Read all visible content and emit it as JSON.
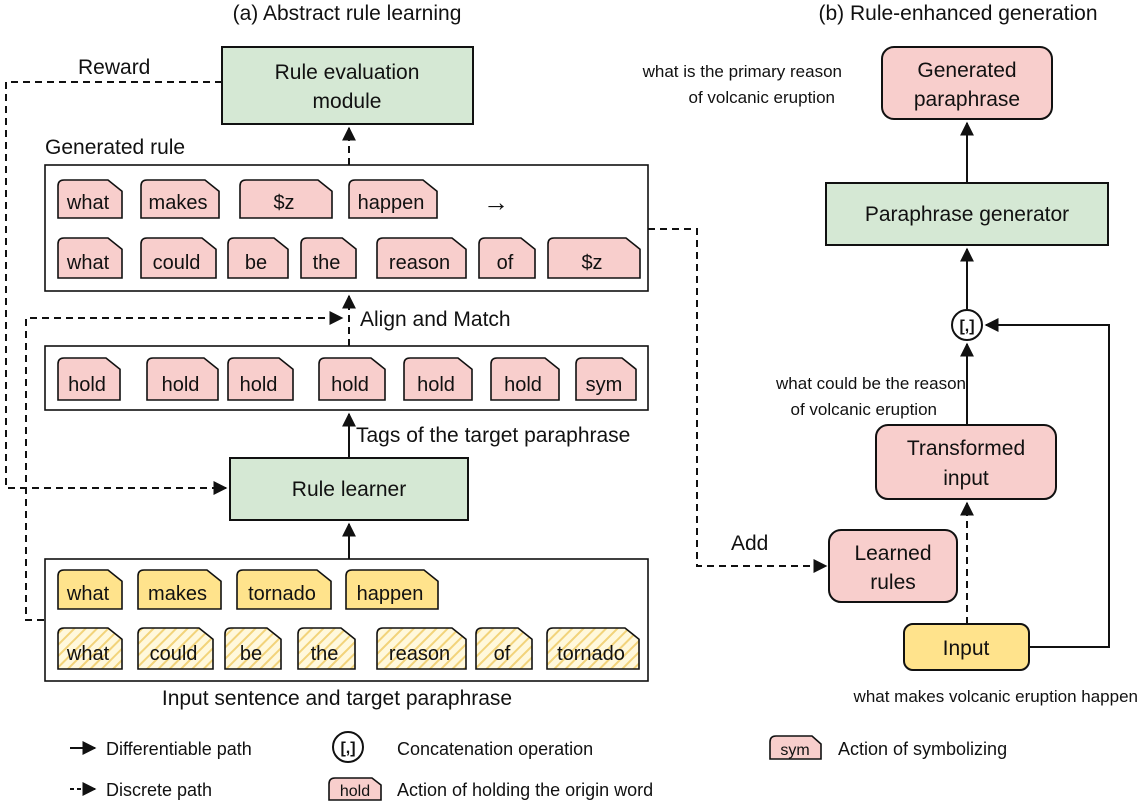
{
  "titles": {
    "left": "(a) Abstract rule learning",
    "right": "(b) Rule-enhanced generation"
  },
  "modules": {
    "rule_eval": [
      "Rule evaluation",
      "module"
    ],
    "rule_learner": "Rule learner",
    "paraphrase_generator": "Paraphrase generator",
    "generated_paraphrase": [
      "Generated",
      "paraphrase"
    ],
    "transformed_input": [
      "Transformed",
      "input"
    ],
    "learned_rules": [
      "Learned",
      "rules"
    ],
    "input": "Input",
    "concat_symbol": "[,]"
  },
  "labels": {
    "reward": "Reward",
    "generated_rule": "Generated rule",
    "align_match": "Align and Match",
    "tags_target": "Tags of the target paraphrase",
    "input_sentence": "Input sentence and target paraphrase",
    "add": "Add",
    "arrow_symbol": "→"
  },
  "generated_rule": {
    "row1": [
      "what",
      "makes",
      "$z",
      "happen"
    ],
    "row2": [
      "what",
      "could",
      "be",
      "the",
      "reason",
      "of",
      "$z"
    ]
  },
  "tags_row": [
    "hold",
    "hold",
    "hold",
    "hold",
    "hold",
    "hold",
    "sym"
  ],
  "input_rows": {
    "source": [
      "what",
      "makes",
      "tornado",
      "happen"
    ],
    "target": [
      "what",
      "could",
      "be",
      "the",
      "reason",
      "of",
      "tornado"
    ]
  },
  "annotations": {
    "generated": [
      "what is the primary reason",
      "of volcanic eruption"
    ],
    "transformed": [
      "what could be the reason",
      "of volcanic eruption"
    ],
    "input": "what makes volcanic eruption happen"
  },
  "legend": {
    "differentiable": "Differentiable path",
    "discrete": "Discrete path",
    "concat_symbol": "[,]",
    "concat": "Concatenation operation",
    "hold_tag": "hold",
    "hold": "Action of holding the origin word",
    "sym_tag": "sym",
    "sym": "Action of symbolizing"
  },
  "colors": {
    "module_green": "#d5e8d4",
    "tag_pink": "#f8cecc",
    "tag_yellow": "#ffe38c"
  }
}
